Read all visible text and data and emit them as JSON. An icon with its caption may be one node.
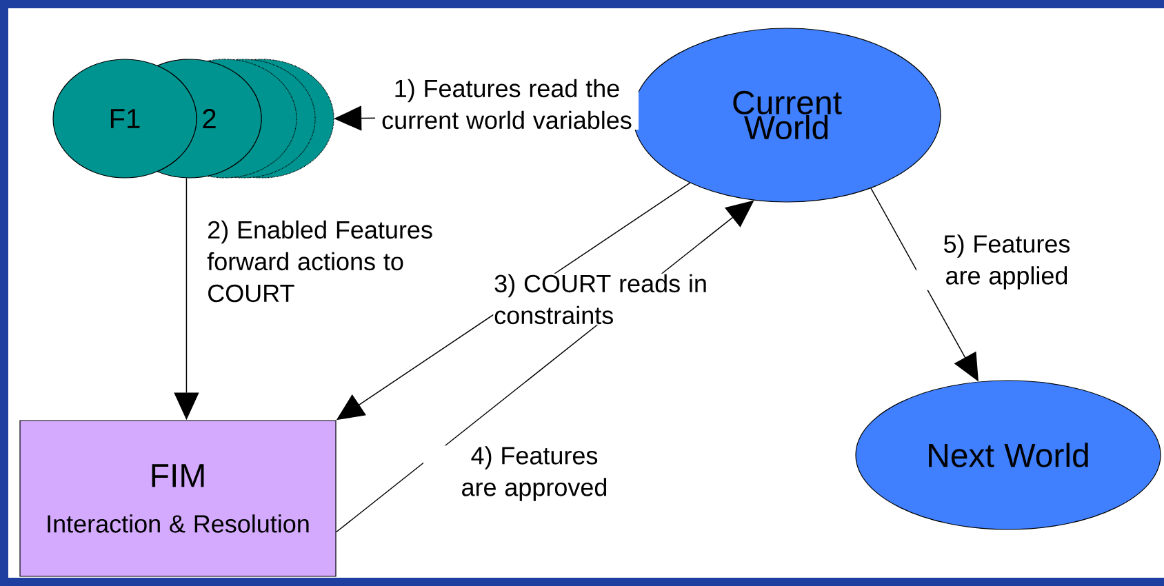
{
  "diagram": {
    "nodes": [
      {
        "text": [
          "F1"
        ]
      },
      {
        "text": [
          "2"
        ]
      },
      {
        "text": [],
        "shape": "circle"
      },
      {
        "text": [
          "Current World"
        ]
      },
      {
        "text": [
          "FIM",
          "Interaction & Resolution"
        ]
      },
      {
        "text": [
          "Next World"
        ]
      }
    ],
    "edges": [
      {
        "from": 3,
        "to": 2,
        "arrow": "to",
        "label": "1) Features read the current world variables"
      },
      {
        "from": 1,
        "to": 4,
        "arrow": "to",
        "label": "2) Enabled Features forward actions to COURT"
      },
      {
        "from": 3,
        "to": 4,
        "arrow": "to",
        "label": "3) COURT reads in constraints"
      },
      {
        "from": 4,
        "to": 3,
        "arrow": "to",
        "label": "4) Features are approved"
      },
      {
        "from": 3,
        "to": 5,
        "arrow": "to",
        "label": "5) Features are applied"
      }
    ]
  }
}
